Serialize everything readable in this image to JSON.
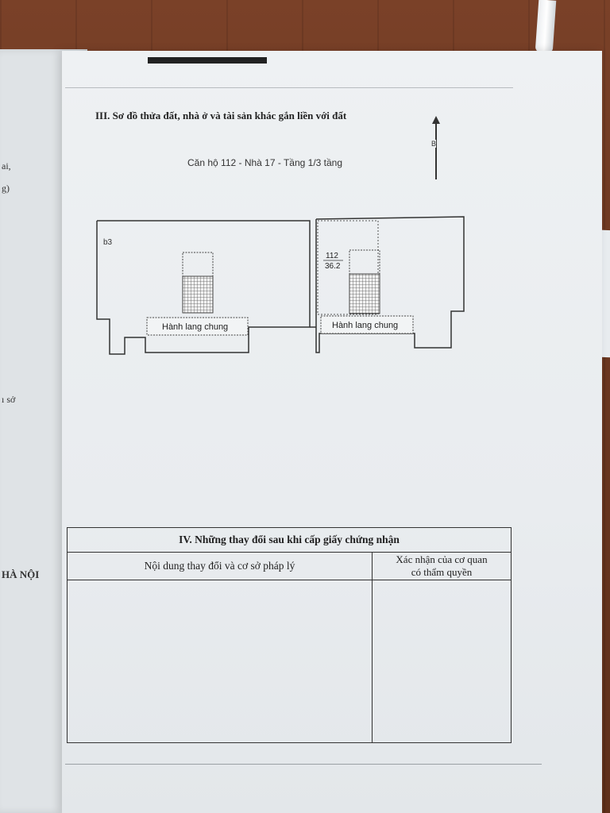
{
  "left_page": {
    "fragments": [
      "ai,",
      "g)",
      "ı sở",
      "HÀ NỘI"
    ]
  },
  "section3": {
    "title": "III. Sơ đồ thửa đất, nhà ở và tài sản khác gắn liền với đất",
    "north_label": "B",
    "apartment_caption": "Căn hộ 112 - Nhà 17 - Tầng 1/3 tầng"
  },
  "floor_plan": {
    "unit_left_label": "b3",
    "unit_right_number": "112",
    "unit_right_area": "36.2",
    "corridor_left": "Hành lang chung",
    "corridor_right": "Hành lang chung"
  },
  "section4": {
    "title": "IV. Những thay đổi sau khi cấp giấy chứng nhận",
    "col_content": "Nội dung thay đổi và cơ sở pháp lý",
    "col_confirm_line1": "Xác nhận của cơ quan",
    "col_confirm_line2": "có thẩm quyền"
  },
  "colors": {
    "paper": "#eceff1",
    "ink": "#222222",
    "table_wood": "#6e3a22"
  }
}
